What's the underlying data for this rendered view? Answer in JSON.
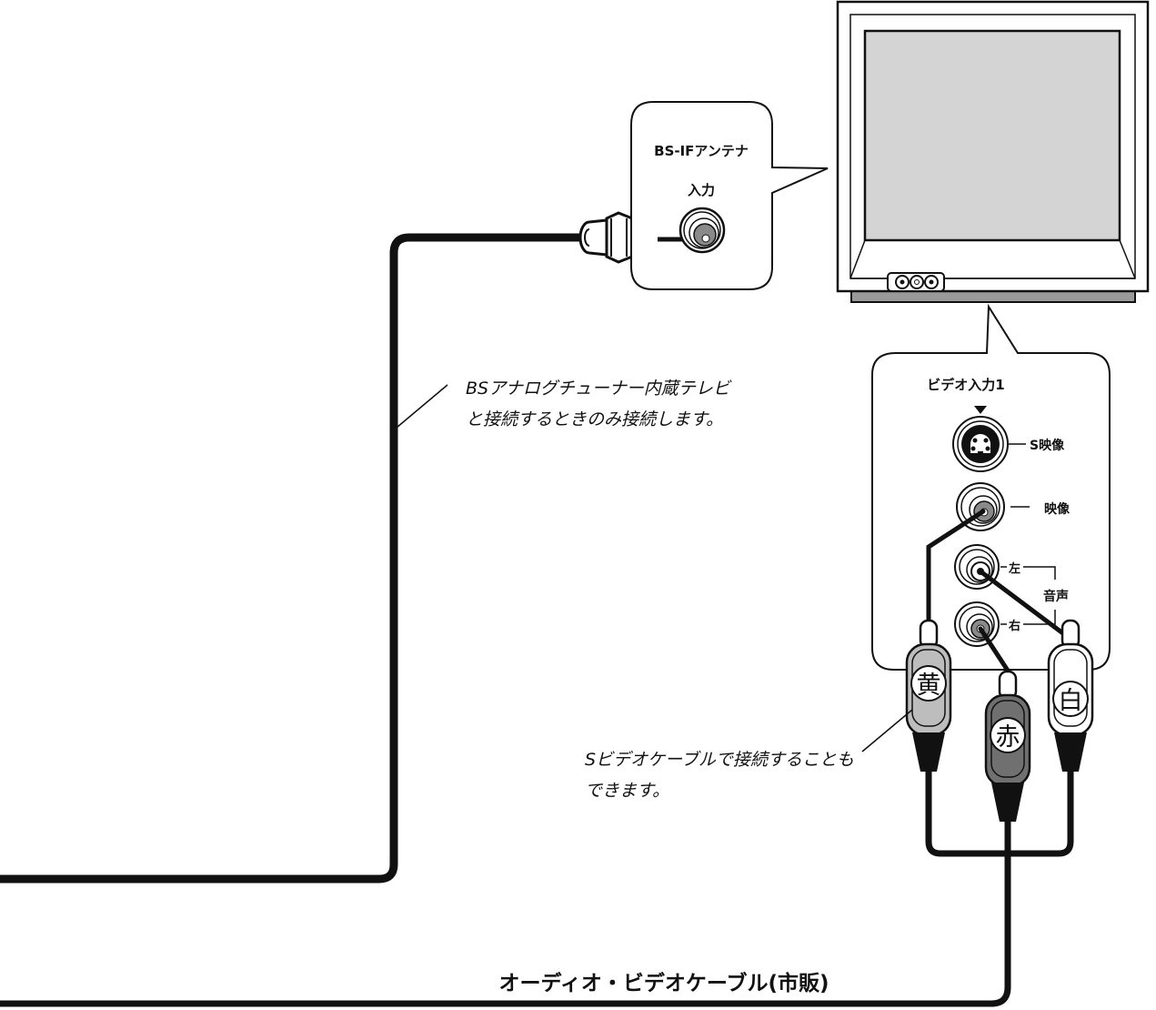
{
  "antenna_callout": {
    "title": "BS-IFアンテナ",
    "subtitle": "入力"
  },
  "video_callout": {
    "title": "ビデオ入力1",
    "s_video_label": "S映像",
    "video_label": "映像",
    "left_label": "左",
    "audio_label": "音声",
    "right_label": "右"
  },
  "plugs": {
    "yellow": "黄",
    "red": "赤",
    "white": "白"
  },
  "notes": {
    "bs_line1": "BSアナログチューナー内蔵テレビ",
    "bs_line2": "と接続するときのみ接続します。",
    "svideo_line1": "Sビデオケーブルで接続することも",
    "svideo_line2": "できます。"
  },
  "cable_label": "オーディオ・ビデオケーブル(市販)",
  "colors": {
    "line": "#111111",
    "tv_screen": "#d4d4d4",
    "plug_yellow": "#bdbdbd",
    "plug_red": "#707070",
    "plug_white": "#ffffff"
  },
  "icons": [
    "tv-icon",
    "f-connector-icon",
    "rca-jack-icon",
    "s-video-jack-icon",
    "rca-plug-icon"
  ]
}
